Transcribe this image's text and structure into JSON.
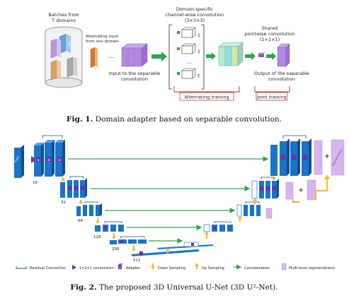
{
  "figure1": {
    "labels": {
      "batches_line1": "Batches from",
      "batches_line2": "T domains",
      "alternating_line1": "Alternating input",
      "alternating_line2": "from one domain",
      "ellipsis": "...",
      "input_line1": "Input to the separable",
      "input_line2": "convolution",
      "dw_line1": "Domain-specific",
      "dw_line2": "channel-wise convolution",
      "dw_line3": "(3×3×3)",
      "idx1": "1",
      "idx2": "2",
      "idxT": "T",
      "pw_line1": "Shared",
      "pw_line2": "pointwise convolution",
      "pw_line3": "(1×1×1)",
      "out_line1": "Output of the separable",
      "out_line2": "convolution",
      "alt_training": "Alternating training",
      "joint_training": "Joint training"
    },
    "caption_label": "Fig. 1.",
    "caption_text": " Domain adapter based on separable convolution."
  },
  "figure2": {
    "channels": [
      "16",
      "32",
      "64",
      "128",
      "256",
      "512"
    ],
    "block_letter": "a",
    "legend": {
      "residual": "Residual Connection",
      "conv": "1×1×1 convolution",
      "adapter": "Adapter",
      "down": "Down Sampling",
      "up": "Up Sampling",
      "concat": "Concatenation",
      "multi": "Multi-level segmentations"
    },
    "caption_label": "Fig. 2.",
    "caption_text": " The proposed 3D Universal U-Net (3D U²-Net)."
  },
  "colors": {
    "blue": "#1a74c9",
    "blue_dark": "#0f4f8f",
    "green": "#2ca64a",
    "purple": "#d8b4ee",
    "orange": "#d77a2f",
    "yellow": "#f7b92a"
  }
}
